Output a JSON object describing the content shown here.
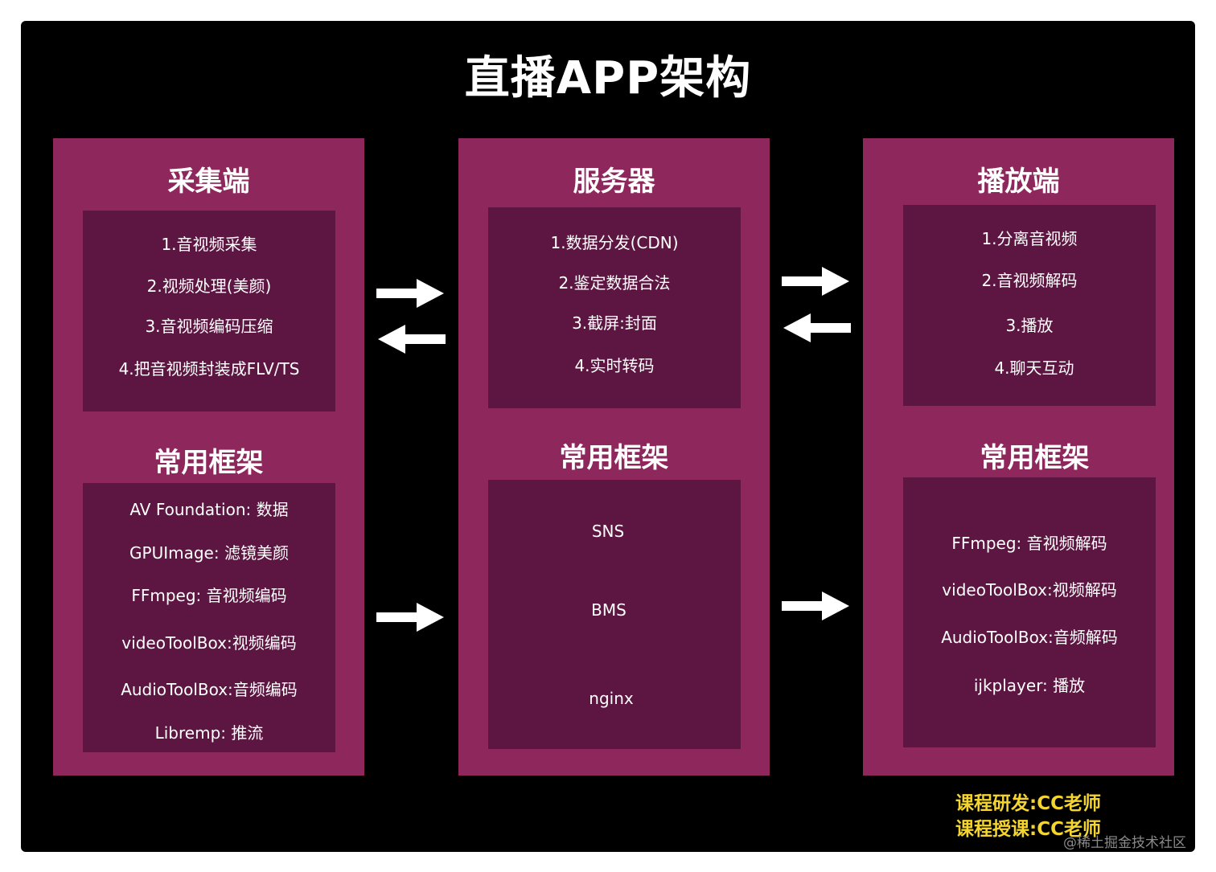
{
  "title": "直播APP架构",
  "columns": {
    "capture": {
      "heading": "采集端",
      "items": [
        "1.音视频采集",
        "2.视频处理(美颜)",
        "3.音视频编码压缩",
        "4.把音视频封装成FLV/TS"
      ],
      "framework_heading": "常用框架",
      "frameworks": [
        "AV Foundation: 数据",
        "GPUImage: 滤镜美颜",
        "FFmpeg: 音视频编码",
        "videoToolBox:视频编码",
        "AudioToolBox:音频编码",
        "Libremp: 推流"
      ]
    },
    "server": {
      "heading": "服务器",
      "items": [
        "1.数据分发(CDN)",
        "2.鉴定数据合法",
        "3.截屏:封面",
        "4.实时转码"
      ],
      "framework_heading": "常用框架",
      "frameworks": [
        "SNS",
        "BMS",
        "nginx"
      ]
    },
    "player": {
      "heading": "播放端",
      "items": [
        "1.分离音视频",
        "2.音视频解码",
        "3.播放",
        "4.聊天互动"
      ],
      "framework_heading": "常用框架",
      "frameworks": [
        "FFmpeg: 音视频解码",
        "videoToolBox:视频解码",
        "AudioToolBox:音频解码",
        "ijkplayer: 播放"
      ]
    }
  },
  "credits": [
    "课程研发:CC老师",
    "课程授课:CC老师"
  ],
  "watermark": "@稀土掘金技术社区",
  "colors": {
    "background": "#000000",
    "column": "#8e275c",
    "panel": "#5c1641",
    "text": "#ffffff",
    "credits": "#f4d42e"
  }
}
